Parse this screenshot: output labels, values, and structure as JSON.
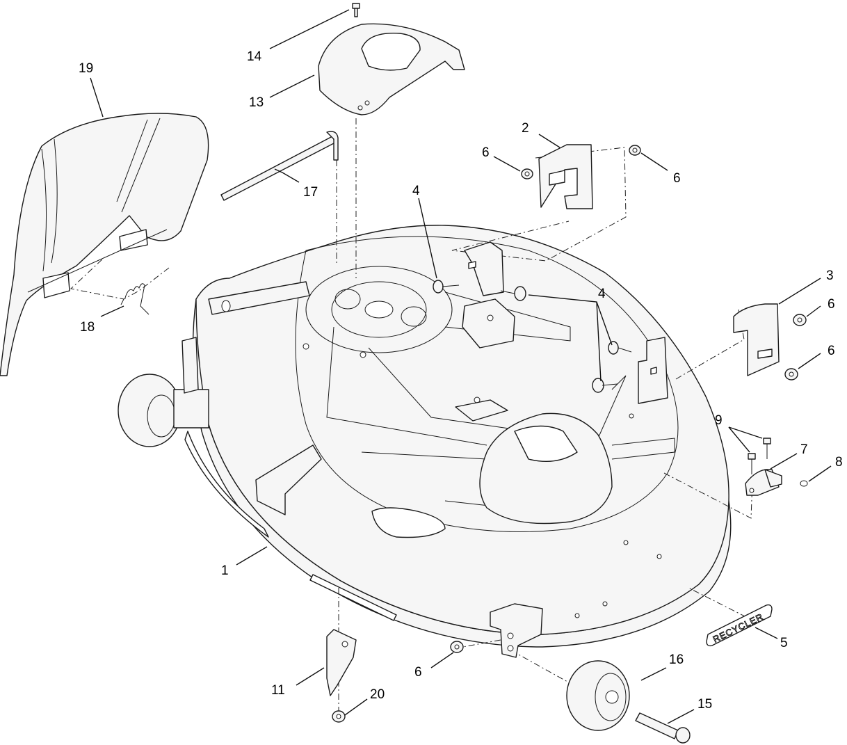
{
  "callouts": {
    "c1": "1",
    "c2": "2",
    "c3": "3",
    "c4a": "4",
    "c4b": "4",
    "c5": "5",
    "c6a": "6",
    "c6b": "6",
    "c6c": "6",
    "c6d": "6",
    "c6e": "6",
    "c7": "7",
    "c8": "8",
    "c9": "9",
    "c11": "11",
    "c13": "13",
    "c14": "14",
    "c15": "15",
    "c16": "16",
    "c17": "17",
    "c18": "18",
    "c19": "19",
    "c20": "20"
  },
  "decal": {
    "text": "RECYCLER"
  }
}
